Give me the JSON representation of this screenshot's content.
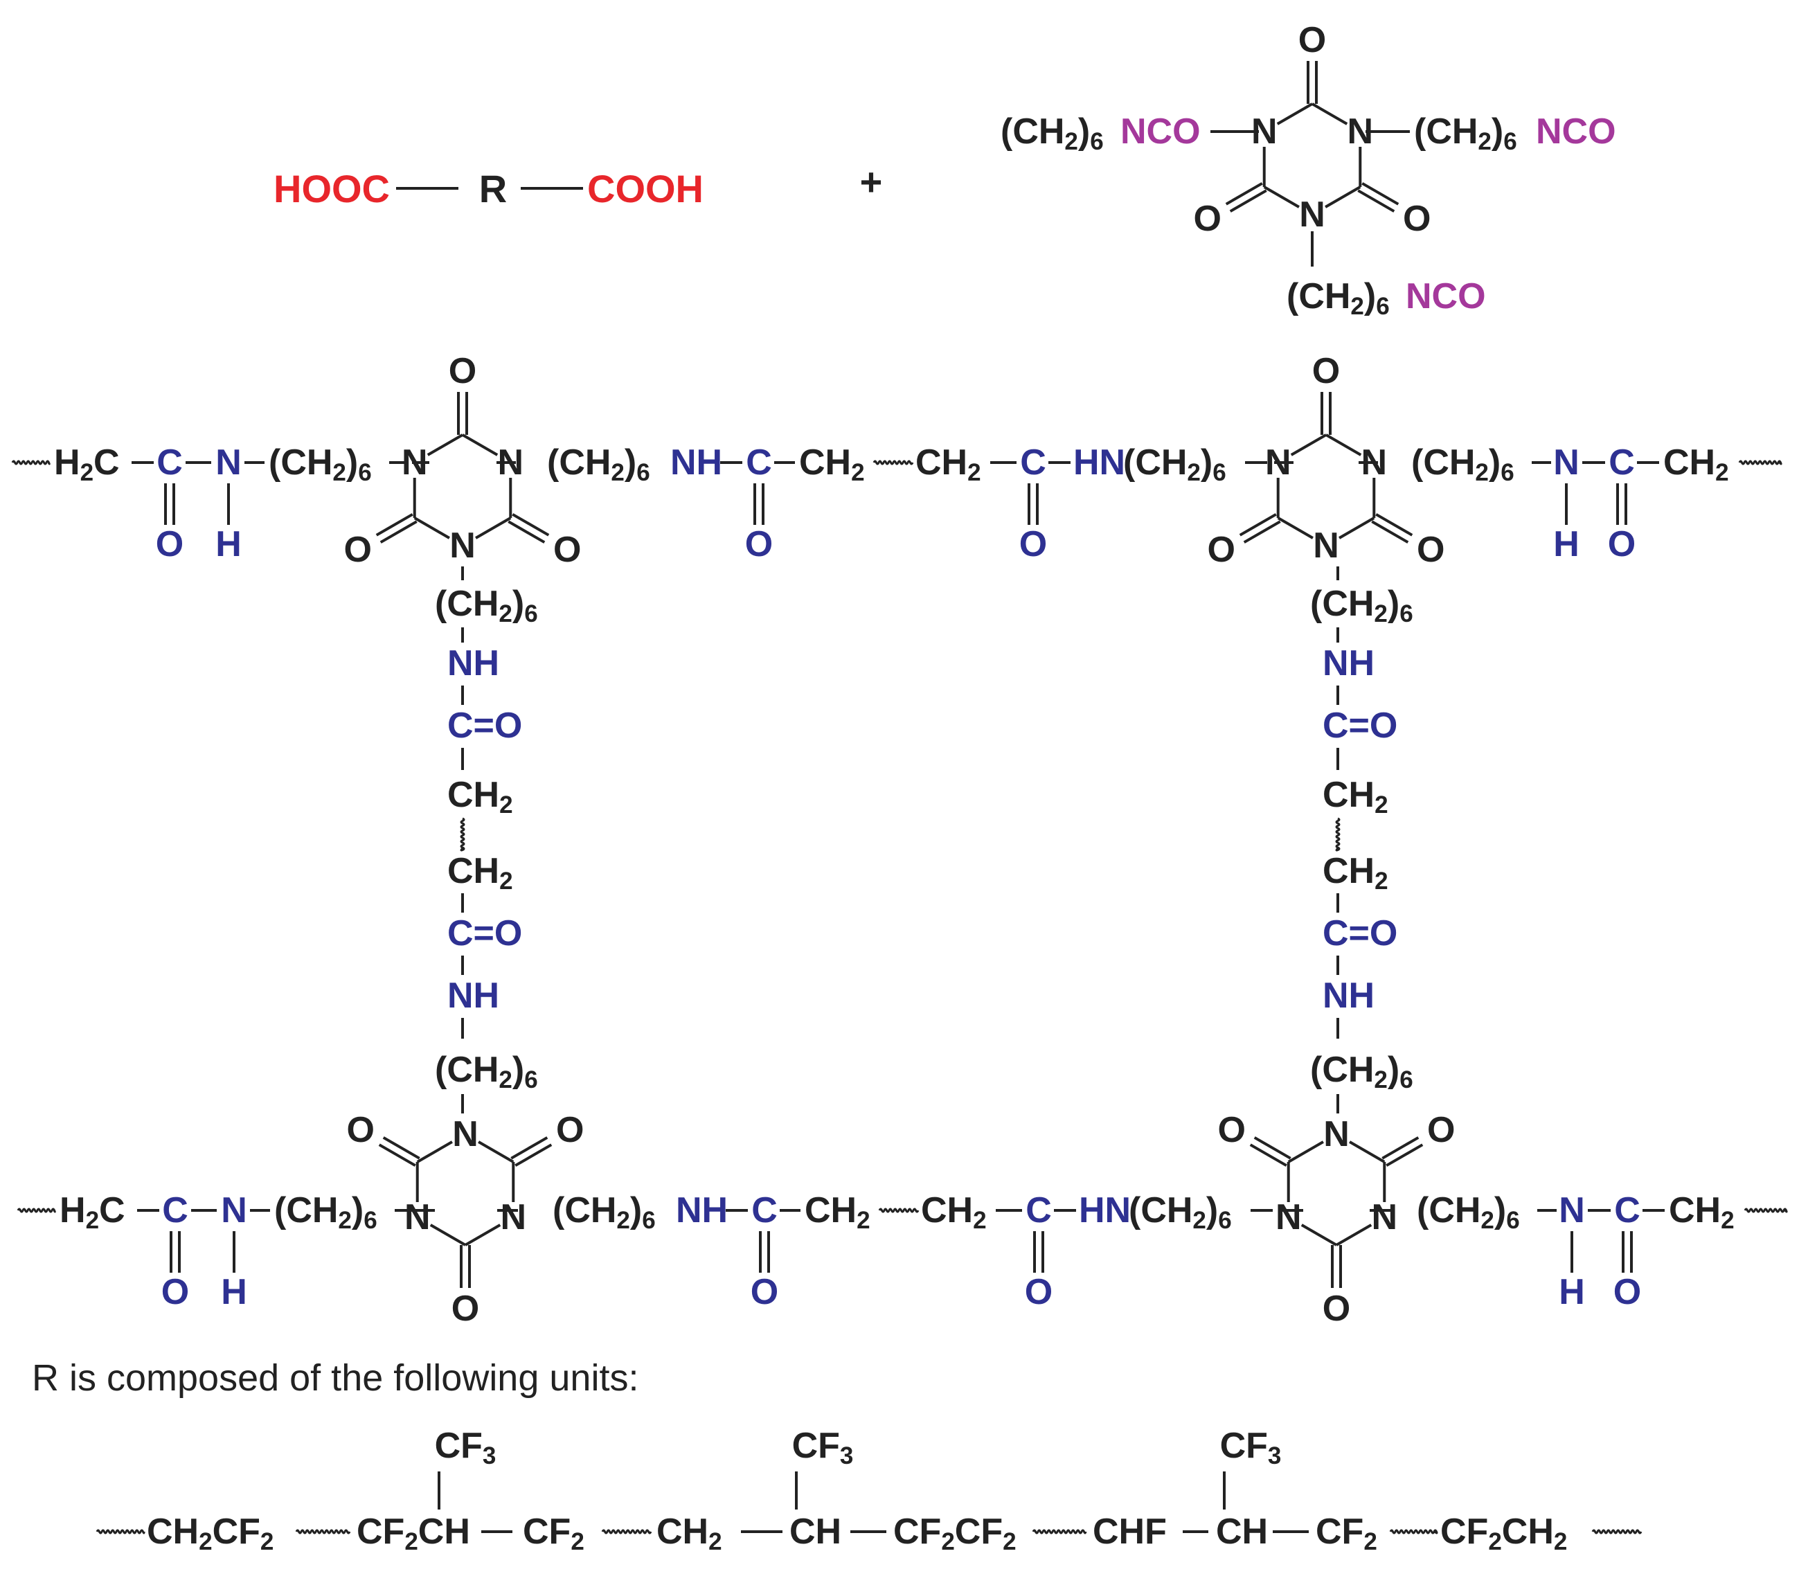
{
  "colors": {
    "black": "#222222",
    "red": "#e8262b",
    "blue": "#2e3192",
    "magenta": "#a4389b"
  },
  "reactants": {
    "diacid": {
      "left": "HOOC",
      "core": "R",
      "right": "COOH"
    },
    "plus": "+",
    "triisocyanate": {
      "arm_left": "(CH2)6",
      "arm_right": "(CH2)6",
      "arm_bottom": "(CH2)6",
      "nco": "NCO",
      "oxygen": "O",
      "nitrogen": "N"
    }
  },
  "network": {
    "h2c": "H2C",
    "ch2": "CH2",
    "c": "C",
    "n": "N",
    "h": "H",
    "o": "O",
    "nh": "NH",
    "hn": "HN",
    "c_eq_o": "C=O",
    "ch2_6": "(CH2)6"
  },
  "caption": "R is composed of the following units:",
  "r_units": {
    "cf3": "CF3",
    "chain": [
      "CH2CF2",
      "CF2CH",
      "CF2",
      "CH2",
      "CH",
      "CF2CF2",
      "CHF",
      "CH",
      "CF2",
      "CF2CH2"
    ]
  }
}
